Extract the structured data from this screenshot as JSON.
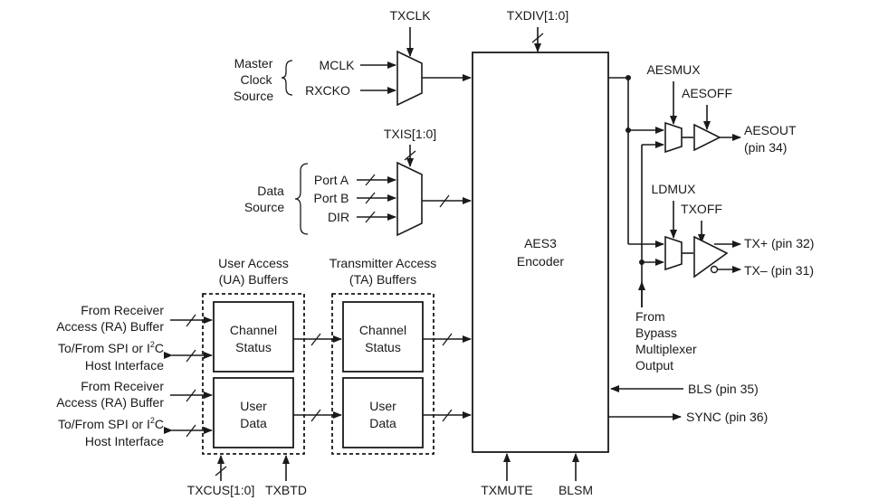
{
  "labels": {
    "txclk": "TXCLK",
    "txdiv": "TXDIV[1:0]",
    "master_clock_1": "Master",
    "master_clock_2": "Clock",
    "master_clock_3": "Source",
    "mclk": "MCLK",
    "rxcko": "RXCKO",
    "txis": "TXIS[1:0]",
    "data_source_1": "Data",
    "data_source_2": "Source",
    "port_a": "Port A",
    "port_b": "Port B",
    "dir": "DIR",
    "ua_title_1": "User Access",
    "ua_title_2": "(UA) Buffers",
    "ta_title_1": "Transmitter Access",
    "ta_title_2": "(TA) Buffers",
    "channel": "Channel",
    "status": "Status",
    "user": "User",
    "data": "Data",
    "from_receiver": "From Receiver",
    "access_ra_buffer": "Access (RA) Buffer",
    "to_from_spi": "To/From SPI or I",
    "i2c_sup": "2",
    "i2c_c": "C",
    "host_interface": "Host Interface",
    "txcus": "TXCUS[1:0]",
    "txbtd": "TXBTD",
    "txmute": "TXMUTE",
    "blsm": "BLSM",
    "encoder_1": "AES3",
    "encoder_2": "Encoder",
    "aesmux": "AESMUX",
    "aesoff": "AESOFF",
    "aesout": "AESOUT",
    "aesout_pin": "(pin 34)",
    "ldmux": "LDMUX",
    "txoff": "TXOFF",
    "txp": "TX+ (pin 32)",
    "txn": "TX– (pin 31)",
    "bypass_1": "From",
    "bypass_2": "Bypass",
    "bypass_3": "Multiplexer",
    "bypass_4": "Output",
    "bls": "BLS (pin 35)",
    "sync": "SYNC (pin 36)"
  }
}
